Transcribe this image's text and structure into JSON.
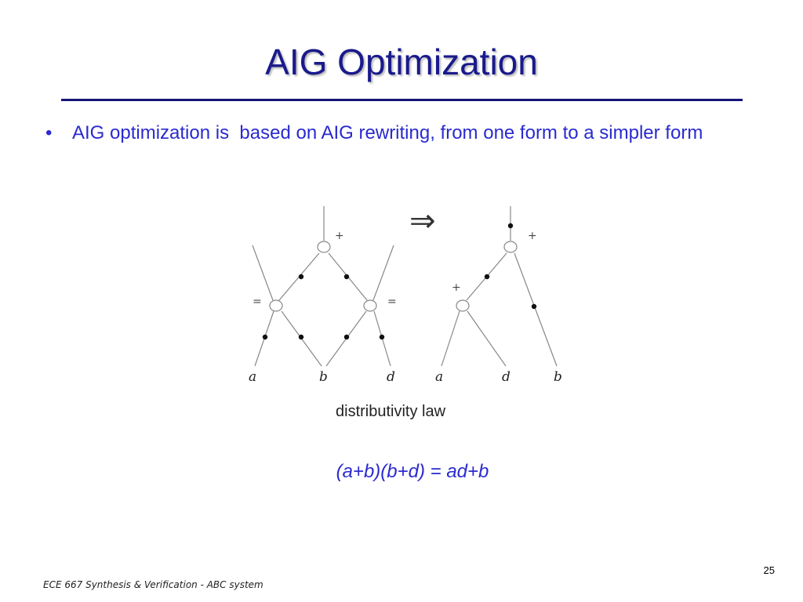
{
  "slide": {
    "title": "AIG Optimization",
    "bullet_marker": "•",
    "bullet": "AIG optimization is  based on AIG rewriting, from one form to a simpler form",
    "equation": "(a+b)(b+d) = ad+b",
    "page_number": "25",
    "footer": "ECE 667 Synthesis & Verification - ABC system"
  },
  "diagram": {
    "caption": "distributivity law",
    "arrow": "⇒",
    "left": {
      "top_sign": "+",
      "left_sign": "=",
      "right_sign": "=",
      "inputs": [
        "a",
        "b",
        "d"
      ]
    },
    "right": {
      "top_sign": "+",
      "inner_sign": "+",
      "inputs": [
        "a",
        "d",
        "b"
      ]
    }
  }
}
